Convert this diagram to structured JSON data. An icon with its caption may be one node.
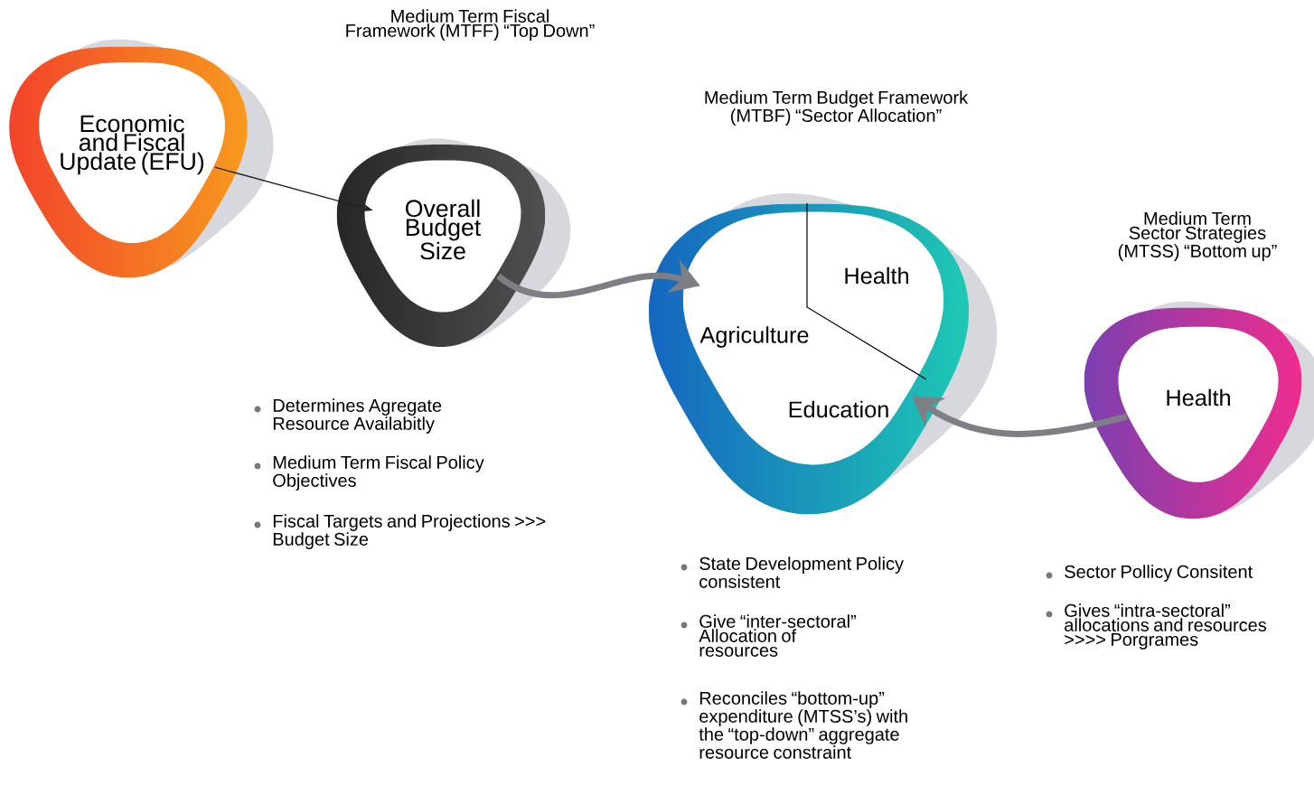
{
  "diagram": {
    "nodes": [
      {
        "text": [
          "Economic and Fiscal Update (EFU)"
        ]
      },
      {
        "text": [
          "Overall Budget Size"
        ]
      },
      {
        "text": [
          "Health",
          "Agriculture",
          "Education"
        ],
        "beside": [
          "Medium Term Budget Framework (MTBF) “Sector Allocation”"
        ]
      },
      {
        "text": [
          "Health"
        ],
        "beside": [
          "Medium Term Sector Strategies (MTSS) “Bottom up”"
        ]
      }
    ],
    "edges": [
      {
        "from": 0,
        "to": 1,
        "arrow": "to",
        "color": "#222222"
      },
      {
        "from": 1,
        "to": 2,
        "arrow": "to"
      },
      {
        "from": 3,
        "to": 2,
        "arrow": "to"
      }
    ],
    "labels": [
      "Medium Term Fiscal Framework (MTFF) “Top Down”",
      "Determines Agregate Resource Availabitly",
      "Medium Term Fiscal Policy Objectives",
      "Fiscal Targets and Projections >>> Budget Size",
      "State Development Policy consistent",
      "Give “inter-sectoral” Allocation of resources",
      "Reconciles “bottom-up” expenditure (MTSS’s) with the “top-down” aggregate resource constraint",
      "Sector Pollicy Consitent",
      "Gives “intra-sectoral” allocations and resources >>>> Porgrames"
    ]
  }
}
